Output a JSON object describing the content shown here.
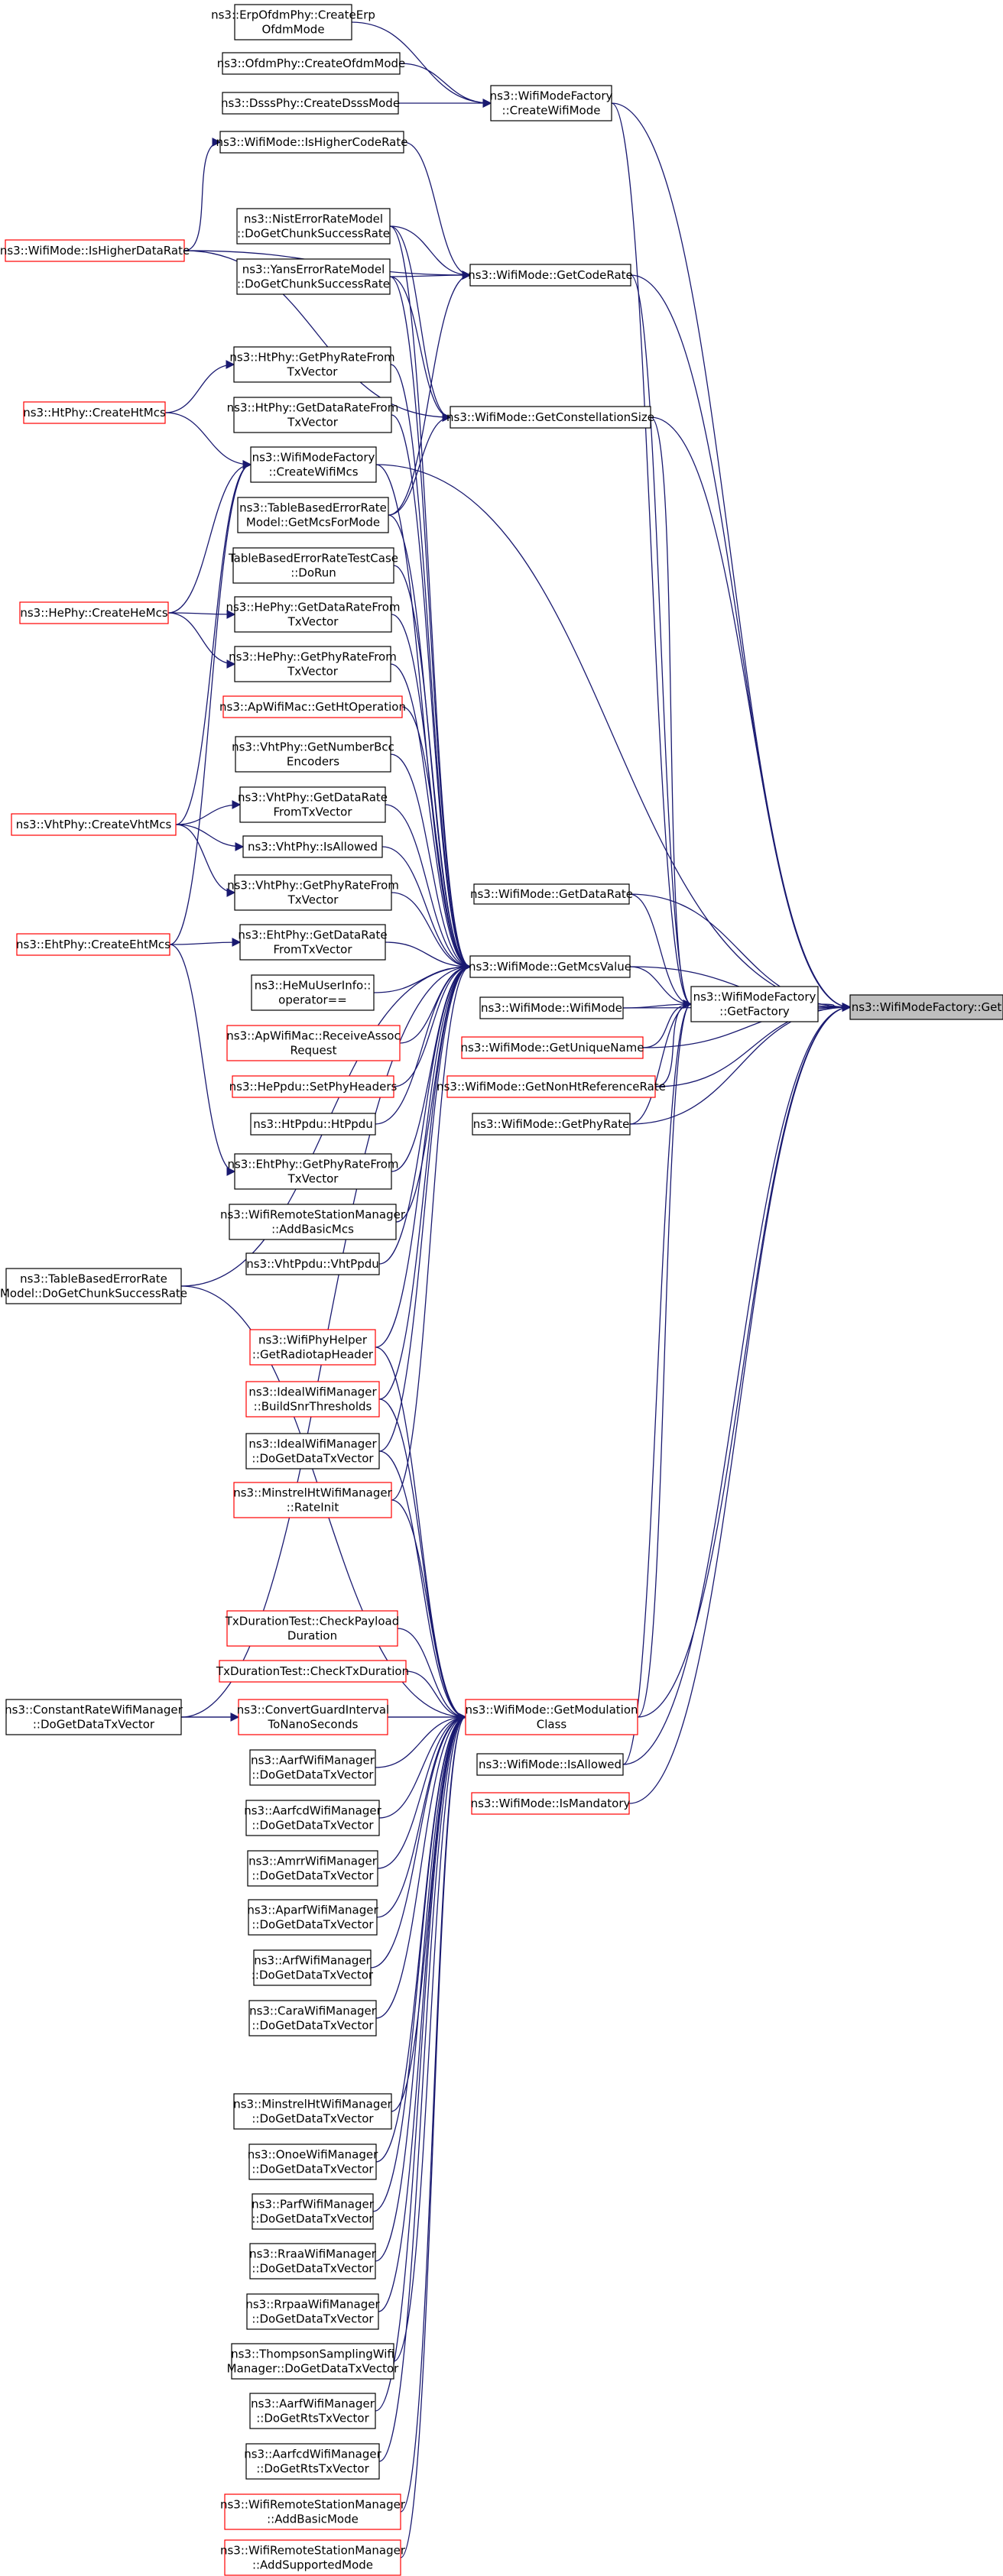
{
  "diagram": {
    "colors": {
      "edge": "#191970",
      "box_black": "#000000",
      "box_red": "#ff0000",
      "root_fill": "#bfbfbf",
      "text": "#000000"
    },
    "nodes": [
      {
        "id": "root",
        "lines": [
          "ns3::WifiModeFactory::Get"
        ],
        "style": "root"
      },
      {
        "id": "getFactory",
        "lines": [
          "ns3::WifiModeFactory",
          "::GetFactory"
        ],
        "style": "black"
      },
      {
        "id": "getDataRate",
        "lines": [
          "ns3::WifiMode::GetDataRate"
        ],
        "style": "black"
      },
      {
        "id": "wifiMode",
        "lines": [
          "ns3::WifiMode::WifiMode"
        ],
        "style": "black"
      },
      {
        "id": "getUniqueName",
        "lines": [
          "ns3::WifiMode::GetUniqueName"
        ],
        "style": "red"
      },
      {
        "id": "getNonHtRef",
        "lines": [
          "ns3::WifiMode::GetNonHtReferenceRate"
        ],
        "style": "red"
      },
      {
        "id": "getPhyRate",
        "lines": [
          "ns3::WifiMode::GetPhyRate"
        ],
        "style": "black"
      },
      {
        "id": "isAllowed",
        "lines": [
          "ns3::WifiMode::IsAllowed"
        ],
        "style": "black"
      },
      {
        "id": "isMandatory",
        "lines": [
          "ns3::WifiMode::IsMandatory"
        ],
        "style": "red"
      },
      {
        "id": "createWifiMode",
        "lines": [
          "ns3::WifiModeFactory",
          "::CreateWifiMode"
        ],
        "style": "black"
      },
      {
        "id": "getCodeRate",
        "lines": [
          "ns3::WifiMode::GetCodeRate"
        ],
        "style": "black"
      },
      {
        "id": "getConstSize",
        "lines": [
          "ns3::WifiMode::GetConstellationSize"
        ],
        "style": "black"
      },
      {
        "id": "getMcsValue",
        "lines": [
          "ns3::WifiMode::GetMcsValue"
        ],
        "style": "black"
      },
      {
        "id": "getModClass",
        "lines": [
          "ns3::WifiMode::GetModulation",
          "Class"
        ],
        "style": "red"
      },
      {
        "id": "erpCreate",
        "lines": [
          "ns3::ErpOfdmPhy::CreateErp",
          "OfdmMode"
        ],
        "style": "black"
      },
      {
        "id": "ofdmCreate",
        "lines": [
          "ns3::OfdmPhy::CreateOfdmMode"
        ],
        "style": "black"
      },
      {
        "id": "dsssCreate",
        "lines": [
          "ns3::DsssPhy::CreateDsssMode"
        ],
        "style": "black"
      },
      {
        "id": "isHigherCode",
        "lines": [
          "ns3::WifiMode::IsHigherCodeRate"
        ],
        "style": "black"
      },
      {
        "id": "nistErr",
        "lines": [
          "ns3::NistErrorRateModel",
          "::DoGetChunkSuccessRate"
        ],
        "style": "black"
      },
      {
        "id": "yansErr",
        "lines": [
          "ns3::YansErrorRateModel",
          "::DoGetChunkSuccessRate"
        ],
        "style": "black"
      },
      {
        "id": "htGetPhyRate",
        "lines": [
          "ns3::HtPhy::GetPhyRateFrom",
          "TxVector"
        ],
        "style": "black"
      },
      {
        "id": "htGetDataRate",
        "lines": [
          "ns3::HtPhy::GetDataRateFrom",
          "TxVector"
        ],
        "style": "black"
      },
      {
        "id": "createWifiMcs",
        "lines": [
          "ns3::WifiModeFactory",
          "::CreateWifiMcs"
        ],
        "style": "black"
      },
      {
        "id": "tableGetMcs",
        "lines": [
          "ns3::TableBasedErrorRate",
          "Model::GetMcsForMode"
        ],
        "style": "black"
      },
      {
        "id": "tableTestCase",
        "lines": [
          "TableBasedErrorRateTestCase",
          "::DoRun"
        ],
        "style": "black"
      },
      {
        "id": "heGetDataRate",
        "lines": [
          "ns3::HePhy::GetDataRateFrom",
          "TxVector"
        ],
        "style": "black"
      },
      {
        "id": "heGetPhyRate",
        "lines": [
          "ns3::HePhy::GetPhyRateFrom",
          "TxVector"
        ],
        "style": "black"
      },
      {
        "id": "apGetHtOp",
        "lines": [
          "ns3::ApWifiMac::GetHtOperation"
        ],
        "style": "red"
      },
      {
        "id": "vhtNumBcc",
        "lines": [
          "ns3::VhtPhy::GetNumberBcc",
          "Encoders"
        ],
        "style": "black"
      },
      {
        "id": "vhtGetDataRate",
        "lines": [
          "ns3::VhtPhy::GetDataRate",
          "FromTxVector"
        ],
        "style": "black"
      },
      {
        "id": "vhtIsAllowed",
        "lines": [
          "ns3::VhtPhy::IsAllowed"
        ],
        "style": "black"
      },
      {
        "id": "vhtGetPhyRate",
        "lines": [
          "ns3::VhtPhy::GetPhyRateFrom",
          "TxVector"
        ],
        "style": "black"
      },
      {
        "id": "ehtGetDataRate",
        "lines": [
          "ns3::EhtPhy::GetDataRate",
          "FromTxVector"
        ],
        "style": "black"
      },
      {
        "id": "heMuOp",
        "lines": [
          "ns3::HeMuUserInfo::",
          "operator=="
        ],
        "style": "black"
      },
      {
        "id": "apRecvAssoc",
        "lines": [
          "ns3::ApWifiMac::ReceiveAssoc",
          "Request"
        ],
        "style": "red"
      },
      {
        "id": "hePpduSetPhy",
        "lines": [
          "ns3::HePpdu::SetPhyHeaders"
        ],
        "style": "red"
      },
      {
        "id": "htPpdu",
        "lines": [
          "ns3::HtPpdu::HtPpdu"
        ],
        "style": "black"
      },
      {
        "id": "ehtGetPhyRate",
        "lines": [
          "ns3::EhtPhy::GetPhyRateFrom",
          "TxVector"
        ],
        "style": "black"
      },
      {
        "id": "wrsmAddBasicMcs",
        "lines": [
          "ns3::WifiRemoteStationManager",
          "::AddBasicMcs"
        ],
        "style": "black"
      },
      {
        "id": "vhtPpdu",
        "lines": [
          "ns3::VhtPpdu::VhtPpdu"
        ],
        "style": "black"
      },
      {
        "id": "wifiPhyHelper",
        "lines": [
          "ns3::WifiPhyHelper",
          "::GetRadiotapHeader"
        ],
        "style": "red"
      },
      {
        "id": "idealBuildSnr",
        "lines": [
          "ns3::IdealWifiManager",
          "::BuildSnrThresholds"
        ],
        "style": "red"
      },
      {
        "id": "idealDoGet",
        "lines": [
          "ns3::IdealWifiManager",
          "::DoGetDataTxVector"
        ],
        "style": "black"
      },
      {
        "id": "minstrelHtRateInit",
        "lines": [
          "ns3::MinstrelHtWifiManager",
          "::RateInit"
        ],
        "style": "red"
      },
      {
        "id": "higherDataRate",
        "lines": [
          "ns3::WifiMode::IsHigherDataRate"
        ],
        "style": "red"
      },
      {
        "id": "htCreateHtMcs",
        "lines": [
          "ns3::HtPhy::CreateHtMcs"
        ],
        "style": "red"
      },
      {
        "id": "heCreateHeMcs",
        "lines": [
          "ns3::HePhy::CreateHeMcs"
        ],
        "style": "red"
      },
      {
        "id": "vhtCreateVhtMcs",
        "lines": [
          "ns3::VhtPhy::CreateVhtMcs"
        ],
        "style": "red"
      },
      {
        "id": "ehtCreateEhtMcs",
        "lines": [
          "ns3::EhtPhy::CreateEhtMcs"
        ],
        "style": "red"
      },
      {
        "id": "tableDoGetChunk",
        "lines": [
          "ns3::TableBasedErrorRate",
          "Model::DoGetChunkSuccessRate"
        ],
        "style": "black"
      },
      {
        "id": "txCheckPayload",
        "lines": [
          "TxDurationTest::CheckPayload",
          "Duration"
        ],
        "style": "red"
      },
      {
        "id": "txCheckTx",
        "lines": [
          "TxDurationTest::CheckTxDuration"
        ],
        "style": "red"
      },
      {
        "id": "convertGuard",
        "lines": [
          "ns3::ConvertGuardInterval",
          "ToNanoSeconds"
        ],
        "style": "red"
      },
      {
        "id": "constantRate",
        "lines": [
          "ns3::ConstantRateWifiManager",
          "::DoGetDataTxVector"
        ],
        "style": "black"
      },
      {
        "id": "aarf",
        "lines": [
          "ns3::AarfWifiManager",
          "::DoGetDataTxVector"
        ],
        "style": "black"
      },
      {
        "id": "aarfcd",
        "lines": [
          "ns3::AarfcdWifiManager",
          "::DoGetDataTxVector"
        ],
        "style": "black"
      },
      {
        "id": "amrr",
        "lines": [
          "ns3::AmrrWifiManager",
          "::DoGetDataTxVector"
        ],
        "style": "black"
      },
      {
        "id": "aparf",
        "lines": [
          "ns3::AparfWifiManager",
          "::DoGetDataTxVector"
        ],
        "style": "black"
      },
      {
        "id": "arf",
        "lines": [
          "ns3::ArfWifiManager",
          "::DoGetDataTxVector"
        ],
        "style": "black"
      },
      {
        "id": "cara",
        "lines": [
          "ns3::CaraWifiManager",
          "::DoGetDataTxVector"
        ],
        "style": "black"
      },
      {
        "id": "minstrelHt",
        "lines": [
          "ns3::MinstrelHtWifiManager",
          "::DoGetDataTxVector"
        ],
        "style": "black"
      },
      {
        "id": "onoe",
        "lines": [
          "ns3::OnoeWifiManager",
          "::DoGetDataTxVector"
        ],
        "style": "black"
      },
      {
        "id": "parf",
        "lines": [
          "ns3::ParfWifiManager",
          "::DoGetDataTxVector"
        ],
        "style": "black"
      },
      {
        "id": "rraa",
        "lines": [
          "ns3::RraaWifiManager",
          "::DoGetDataTxVector"
        ],
        "style": "black"
      },
      {
        "id": "rrpaa",
        "lines": [
          "ns3::RrpaaWifiManager",
          "::DoGetDataTxVector"
        ],
        "style": "black"
      },
      {
        "id": "thompson",
        "lines": [
          "ns3::ThompsonSamplingWifi",
          "Manager::DoGetDataTxVector"
        ],
        "style": "black"
      },
      {
        "id": "aarfRts",
        "lines": [
          "ns3::AarfWifiManager",
          "::DoGetRtsTxVector"
        ],
        "style": "black"
      },
      {
        "id": "aarfcdRts",
        "lines": [
          "ns3::AarfcdWifiManager",
          "::DoGetRtsTxVector"
        ],
        "style": "black"
      },
      {
        "id": "wrsmAddBasicMode",
        "lines": [
          "ns3::WifiRemoteStationManager",
          "::AddBasicMode"
        ],
        "style": "red"
      },
      {
        "id": "wrsmAddSupported",
        "lines": [
          "ns3::WifiRemoteStationManager",
          "::AddSupportedMode"
        ],
        "style": "red"
      }
    ],
    "edges": [
      [
        "getFactory",
        "root"
      ],
      [
        "getDataRate",
        "root"
      ],
      [
        "wifiMode",
        "root"
      ],
      [
        "getUniqueName",
        "root"
      ],
      [
        "getNonHtRef",
        "root"
      ],
      [
        "getPhyRate",
        "root"
      ],
      [
        "isAllowed",
        "root"
      ],
      [
        "isMandatory",
        "root"
      ],
      [
        "createWifiMode",
        "root"
      ],
      [
        "getCodeRate",
        "root"
      ],
      [
        "getConstSize",
        "root"
      ],
      [
        "getMcsValue",
        "root"
      ],
      [
        "getModClass",
        "root"
      ],
      [
        "createWifiMcs",
        "root"
      ],
      [
        "getMcsValue",
        "getFactory"
      ],
      [
        "getDataRate",
        "getFactory"
      ],
      [
        "wifiMode",
        "getFactory"
      ],
      [
        "getUniqueName",
        "getFactory"
      ],
      [
        "getNonHtRef",
        "getFactory"
      ],
      [
        "getPhyRate",
        "getFactory"
      ],
      [
        "isAllowed",
        "getFactory"
      ],
      [
        "getModClass",
        "getFactory"
      ],
      [
        "createWifiMode",
        "getFactory"
      ],
      [
        "getCodeRate",
        "getFactory"
      ],
      [
        "getConstSize",
        "getFactory"
      ],
      [
        "erpCreate",
        "createWifiMode"
      ],
      [
        "ofdmCreate",
        "createWifiMode"
      ],
      [
        "dsssCreate",
        "createWifiMode"
      ],
      [
        "isHigherCode",
        "getCodeRate"
      ],
      [
        "nistErr",
        "getCodeRate"
      ],
      [
        "yansErr",
        "getCodeRate"
      ],
      [
        "higherDataRate",
        "getCodeRate"
      ],
      [
        "tableGetMcs",
        "getCodeRate"
      ],
      [
        "higherDataRate",
        "getConstSize"
      ],
      [
        "nistErr",
        "getConstSize"
      ],
      [
        "yansErr",
        "getConstSize"
      ],
      [
        "tableGetMcs",
        "getConstSize"
      ],
      [
        "higherDataRate",
        "isHigherCode"
      ],
      [
        "htGetPhyRate",
        "getMcsValue"
      ],
      [
        "htGetDataRate",
        "getMcsValue"
      ],
      [
        "createWifiMcs",
        "getMcsValue"
      ],
      [
        "tableGetMcs",
        "getMcsValue"
      ],
      [
        "tableTestCase",
        "getMcsValue"
      ],
      [
        "heGetDataRate",
        "getMcsValue"
      ],
      [
        "heGetPhyRate",
        "getMcsValue"
      ],
      [
        "apGetHtOp",
        "getMcsValue"
      ],
      [
        "vhtNumBcc",
        "getMcsValue"
      ],
      [
        "vhtGetDataRate",
        "getMcsValue"
      ],
      [
        "vhtIsAllowed",
        "getMcsValue"
      ],
      [
        "vhtGetPhyRate",
        "getMcsValue"
      ],
      [
        "ehtGetDataRate",
        "getMcsValue"
      ],
      [
        "heMuOp",
        "getMcsValue"
      ],
      [
        "apRecvAssoc",
        "getMcsValue"
      ],
      [
        "hePpduSetPhy",
        "getMcsValue"
      ],
      [
        "htPpdu",
        "getMcsValue"
      ],
      [
        "ehtGetPhyRate",
        "getMcsValue"
      ],
      [
        "wrsmAddBasicMcs",
        "getMcsValue"
      ],
      [
        "vhtPpdu",
        "getMcsValue"
      ],
      [
        "wifiPhyHelper",
        "getMcsValue"
      ],
      [
        "idealBuildSnr",
        "getMcsValue"
      ],
      [
        "idealDoGet",
        "getMcsValue"
      ],
      [
        "minstrelHtRateInit",
        "getMcsValue"
      ],
      [
        "nistErr",
        "getMcsValue"
      ],
      [
        "yansErr",
        "getMcsValue"
      ],
      [
        "constantRate",
        "getMcsValue"
      ],
      [
        "htCreateHtMcs",
        "htGetPhyRate"
      ],
      [
        "htCreateHtMcs",
        "createWifiMcs"
      ],
      [
        "heCreateHeMcs",
        "createWifiMcs"
      ],
      [
        "vhtCreateVhtMcs",
        "createWifiMcs"
      ],
      [
        "ehtCreateEhtMcs",
        "createWifiMcs"
      ],
      [
        "heCreateHeMcs",
        "heGetDataRate"
      ],
      [
        "heCreateHeMcs",
        "heGetPhyRate"
      ],
      [
        "vhtCreateVhtMcs",
        "vhtGetDataRate"
      ],
      [
        "vhtCreateVhtMcs",
        "vhtIsAllowed"
      ],
      [
        "vhtCreateVhtMcs",
        "vhtGetPhyRate"
      ],
      [
        "ehtCreateEhtMcs",
        "ehtGetDataRate"
      ],
      [
        "ehtCreateEhtMcs",
        "ehtGetPhyRate"
      ],
      [
        "tableDoGetChunk",
        "getMcsValue"
      ],
      [
        "txCheckPayload",
        "getModClass"
      ],
      [
        "txCheckTx",
        "getModClass"
      ],
      [
        "convertGuard",
        "getModClass"
      ],
      [
        "constantRate",
        "convertGuard"
      ],
      [
        "constantRate",
        "getModClass"
      ],
      [
        "aarf",
        "getModClass"
      ],
      [
        "aarfcd",
        "getModClass"
      ],
      [
        "amrr",
        "getModClass"
      ],
      [
        "aparf",
        "getModClass"
      ],
      [
        "arf",
        "getModClass"
      ],
      [
        "cara",
        "getModClass"
      ],
      [
        "minstrelHt",
        "getModClass"
      ],
      [
        "onoe",
        "getModClass"
      ],
      [
        "parf",
        "getModClass"
      ],
      [
        "rraa",
        "getModClass"
      ],
      [
        "rrpaa",
        "getModClass"
      ],
      [
        "thompson",
        "getModClass"
      ],
      [
        "aarfRts",
        "getModClass"
      ],
      [
        "aarfcdRts",
        "getModClass"
      ],
      [
        "wrsmAddBasicMode",
        "getModClass"
      ],
      [
        "wrsmAddSupported",
        "getModClass"
      ],
      [
        "idealDoGet",
        "getModClass"
      ],
      [
        "minstrelHtRateInit",
        "getModClass"
      ],
      [
        "idealBuildSnr",
        "getModClass"
      ],
      [
        "wifiPhyHelper",
        "getModClass"
      ],
      [
        "tableDoGetChunk",
        "getModClass"
      ]
    ]
  }
}
